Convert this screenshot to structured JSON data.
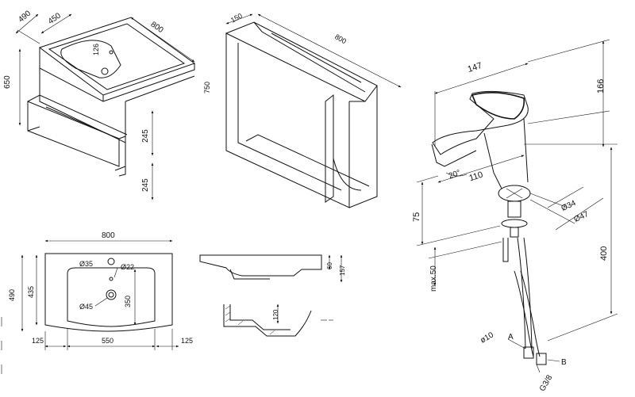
{
  "cabinet_iso": {
    "depth": "490",
    "basin_depth": "450",
    "width": "800",
    "basin_hole": "126",
    "height": "650",
    "drawer1": "245",
    "drawer2": "245"
  },
  "mirror_iso": {
    "depth": "150",
    "width": "800",
    "height": "750"
  },
  "basin_plan": {
    "width": "800",
    "hole_d": "Ø35",
    "overflow_d": "Ø22",
    "drain_d": "Ø45",
    "depth": "490",
    "inner_depth": "435",
    "bowl_length": "350",
    "left_margin": "125",
    "bowl_width": "550",
    "right_margin": "125"
  },
  "basin_side": {
    "rim": "60",
    "total": "157"
  },
  "basin_section": {
    "depth": "120"
  },
  "faucet": {
    "length": "147",
    "height": "166",
    "spout": "110",
    "angle": "20°",
    "d_inner": "Ø34",
    "d_outer": "Ø47",
    "spout_height": "75",
    "counter_thick": "max.50",
    "hose_len": "400",
    "label_a": "A",
    "label_b": "B",
    "pipe_d": "ø10",
    "thread": "G3/8"
  },
  "colors": {
    "line": "#111111",
    "background": "#ffffff"
  }
}
